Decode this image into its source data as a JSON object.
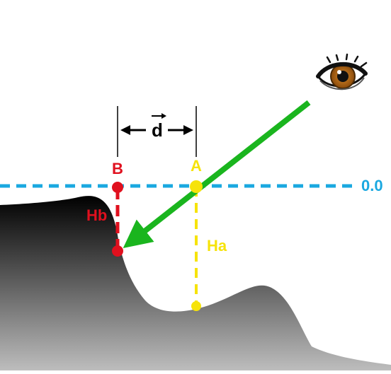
{
  "labels": {
    "point_b": "B",
    "point_a": "A",
    "height_b": "Hb",
    "height_a": "Ha",
    "displacement": "d",
    "reference_level": "0.0"
  },
  "colors": {
    "reference_line": "#1aa8e0",
    "point_b": "#e0101e",
    "point_a": "#f6e30a",
    "view_ray": "#1ab51e",
    "terrain_top": "#000000",
    "terrain_bottom": "#bdbdbd",
    "dimension": "#000000",
    "iris": "#b8650f"
  },
  "icons": {
    "viewer": "eye-icon"
  }
}
